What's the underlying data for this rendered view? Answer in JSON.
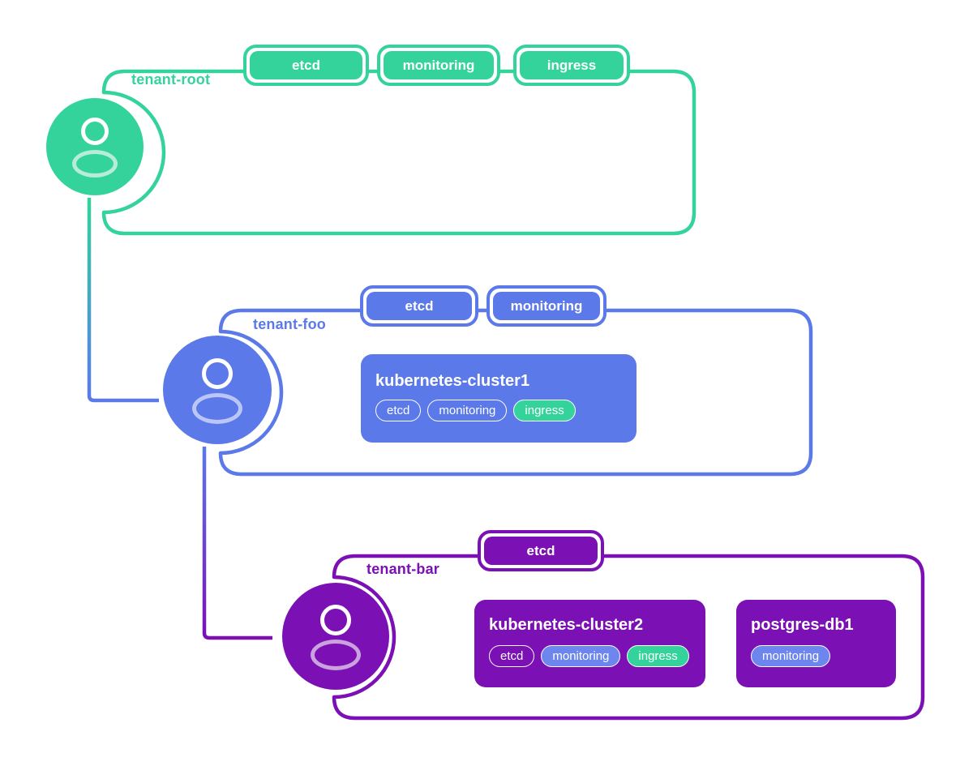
{
  "diagram": {
    "colors": {
      "green": "#34d39c",
      "blue": "#5b79e8",
      "badge_blue": "#6c86ee",
      "purple": "#7b10b5",
      "light_green": "#b7ecd8",
      "light_blue": "#bac7f6",
      "light_purple": "#c9a2de"
    },
    "tenants": [
      {
        "label": "tenant-root",
        "color": "#34d39c",
        "tabs": [
          "etcd",
          "monitoring",
          "ingress"
        ],
        "cards": []
      },
      {
        "label": "tenant-foo",
        "color": "#5b79e8",
        "tabs": [
          "etcd",
          "monitoring"
        ],
        "cards": [
          {
            "title": "kubernetes-cluster1",
            "badges": [
              {
                "label": "etcd",
                "variant": "outline"
              },
              {
                "label": "monitoring",
                "variant": "outline"
              },
              {
                "label": "ingress",
                "variant": "green"
              }
            ]
          }
        ]
      },
      {
        "label": "tenant-bar",
        "color": "#7b10b5",
        "tabs": [
          "etcd"
        ],
        "cards": [
          {
            "title": "kubernetes-cluster2",
            "badges": [
              {
                "label": "etcd",
                "variant": "outline"
              },
              {
                "label": "monitoring",
                "variant": "blue"
              },
              {
                "label": "ingress",
                "variant": "green"
              }
            ]
          },
          {
            "title": "postgres-db1",
            "badges": [
              {
                "label": "monitoring",
                "variant": "blue"
              }
            ]
          }
        ]
      }
    ]
  }
}
